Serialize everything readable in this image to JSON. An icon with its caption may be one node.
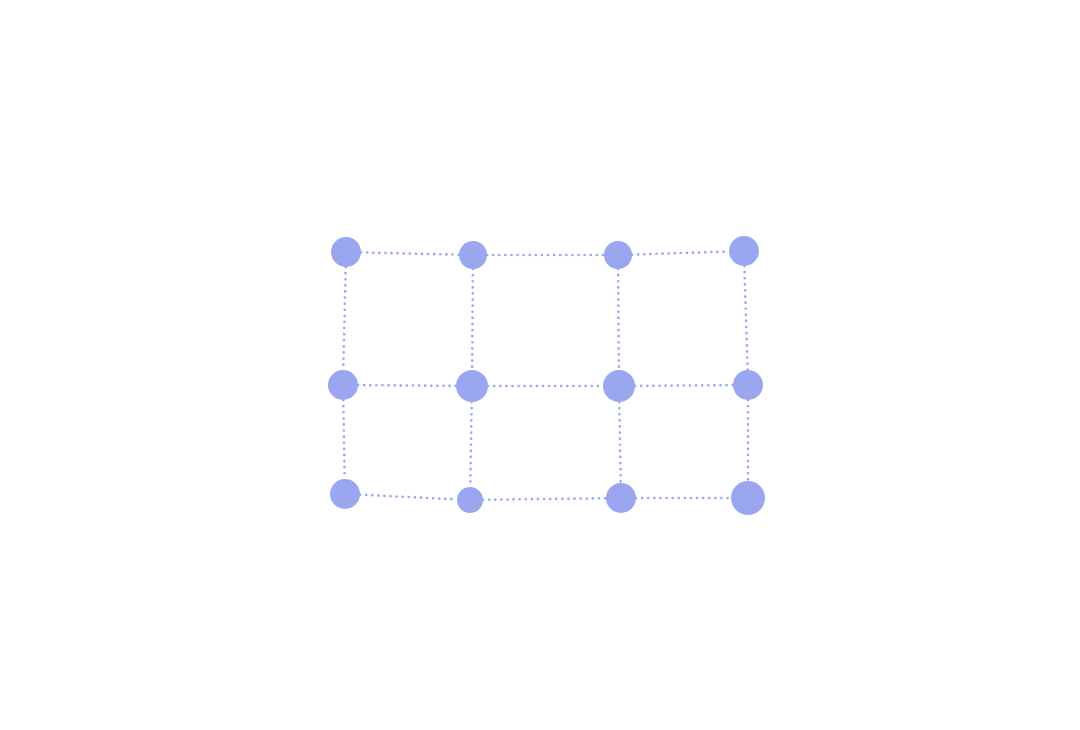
{
  "diagram": {
    "nodes": [
      {
        "text": [],
        "shape": "circle"
      },
      {
        "text": [],
        "shape": "circle"
      },
      {
        "text": [],
        "shape": "circle"
      },
      {
        "text": [],
        "shape": "circle"
      },
      {
        "text": [],
        "shape": "circle"
      },
      {
        "text": [],
        "shape": "circle"
      },
      {
        "text": [],
        "shape": "circle"
      },
      {
        "text": [],
        "shape": "circle"
      },
      {
        "text": [],
        "shape": "circle"
      },
      {
        "text": [],
        "shape": "circle"
      },
      {
        "text": [],
        "shape": "circle"
      },
      {
        "text": [],
        "shape": "circle"
      }
    ],
    "edges": [
      {
        "from": 0,
        "to": 1,
        "arrow": "none",
        "style": "dashed"
      },
      {
        "from": 1,
        "to": 2,
        "arrow": "none",
        "style": "dashed"
      },
      {
        "from": 2,
        "to": 3,
        "arrow": "none",
        "style": "dashed"
      },
      {
        "from": 0,
        "to": 4,
        "arrow": "none",
        "style": "dashed"
      },
      {
        "from": 1,
        "to": 5,
        "arrow": "none",
        "style": "dashed"
      },
      {
        "from": 2,
        "to": 6,
        "arrow": "none",
        "style": "dashed"
      },
      {
        "from": 3,
        "to": 7,
        "arrow": "none",
        "style": "dashed"
      },
      {
        "from": 4,
        "to": 5,
        "arrow": "none",
        "style": "dashed"
      },
      {
        "from": 5,
        "to": 6,
        "arrow": "none",
        "style": "dashed"
      },
      {
        "from": 6,
        "to": 7,
        "arrow": "none",
        "style": "dashed"
      },
      {
        "from": 4,
        "to": 8,
        "arrow": "none",
        "style": "dashed"
      },
      {
        "from": 5,
        "to": 9,
        "arrow": "none",
        "style": "dashed"
      },
      {
        "from": 6,
        "to": 10,
        "arrow": "none",
        "style": "dashed"
      },
      {
        "from": 7,
        "to": 11,
        "arrow": "none",
        "style": "dashed"
      },
      {
        "from": 8,
        "to": 9,
        "arrow": "none",
        "style": "dashed"
      },
      {
        "from": 9,
        "to": 10,
        "arrow": "none",
        "style": "dashed"
      },
      {
        "from": 10,
        "to": 11,
        "arrow": "none",
        "style": "dashed"
      }
    ]
  }
}
